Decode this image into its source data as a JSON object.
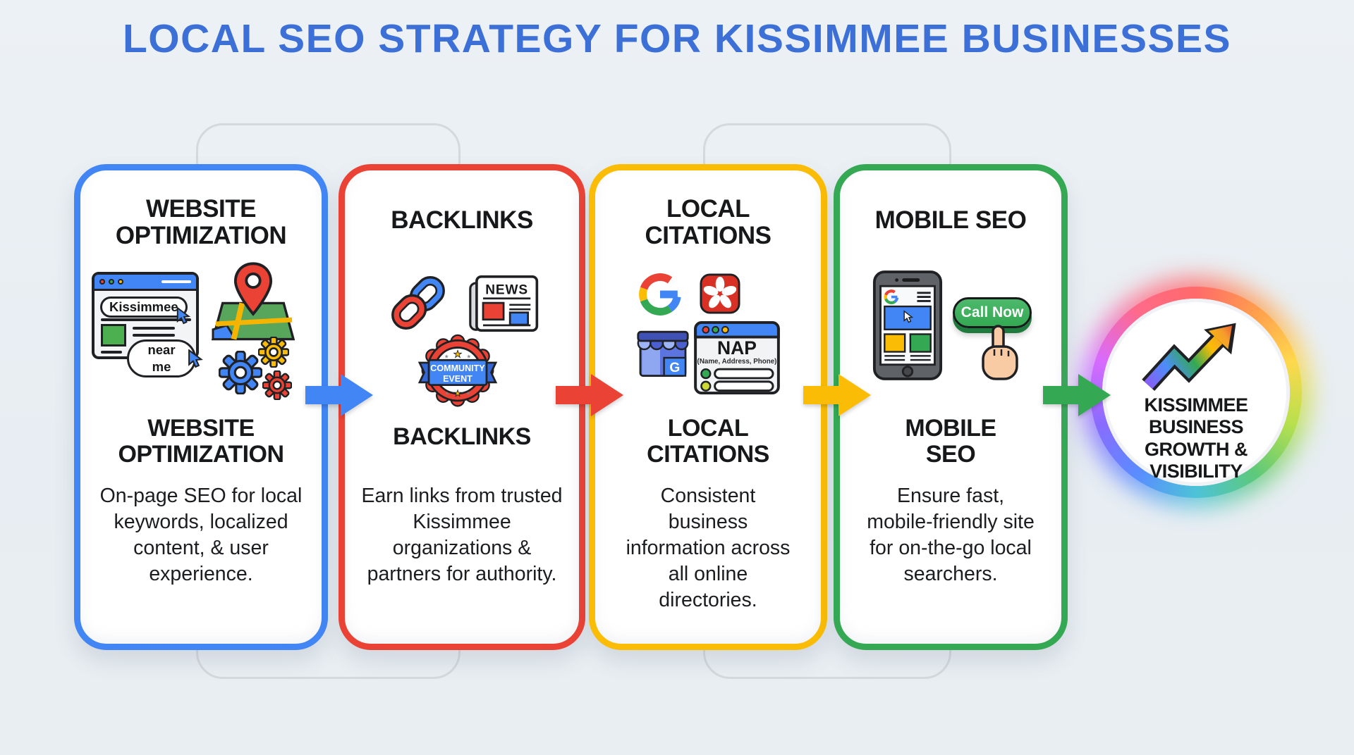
{
  "title": "LOCAL SEO STRATEGY FOR KISSIMMEE BUSINESSES",
  "title_color": "#3C70D6",
  "palette": {
    "blue": "#4285F4",
    "red": "#EA4335",
    "yellow": "#FBBC05",
    "green": "#34A853"
  },
  "arrow_colors": [
    "#4285F4",
    "#EA4335",
    "#FBBC05",
    "#34A853"
  ],
  "cards": [
    {
      "heading": "WEBSITE OPTIMIZATION",
      "subtitle": "WEBSITE OPTIMIZATION",
      "description": "On-page SEO for local keywords, localized content, & user experience.",
      "accent": "#4285F4",
      "labels": {
        "search_pill": "Kissimmee",
        "near_me_pill": "near me"
      }
    },
    {
      "heading": "BACKLINKS",
      "subtitle": "BACKLINKS",
      "description": "Earn links from trusted Kissimmee organizations & partners for authority.",
      "accent": "#EA4335",
      "labels": {
        "news": "NEWS",
        "badge_line1": "COMMUNITY",
        "badge_line2": "EVENT"
      }
    },
    {
      "heading": "LOCAL CITATIONS",
      "subtitle": "LOCAL CITATIONS",
      "description": "Consistent business information across all online directories.",
      "accent": "#FBBC05",
      "labels": {
        "nap": "NAP",
        "nap_sub": "(Name, Address, Phone)",
        "gmb_letter": "G"
      }
    },
    {
      "heading": "MOBILE SEO",
      "subtitle": "MOBILE SEO",
      "description": "Ensure fast, mobile-friendly site for on-the-go local searchers.",
      "accent": "#34A853",
      "labels": {
        "call_button": "Call Now"
      }
    }
  ],
  "result": {
    "text": "KISSIMMEE BUSINESS GROWTH & VISIBILITY"
  }
}
